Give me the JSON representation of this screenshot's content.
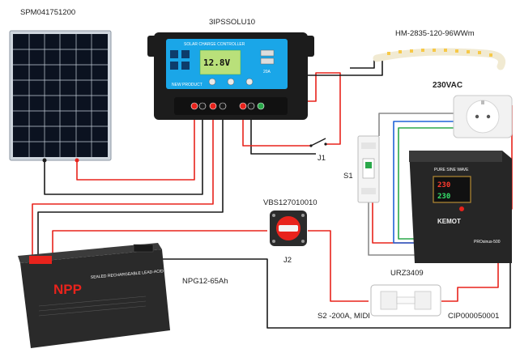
{
  "components": {
    "solar_panel": {
      "label": "SPM041751200"
    },
    "charge_controller": {
      "label": "3IPSSOLU10",
      "title": "SOLAR CHARGE CONTROLLER",
      "display": "12.8V",
      "badge": "20A",
      "brand": "NEW PRODUCT"
    },
    "led_strip": {
      "label": "HM-2835-120-96WWm"
    },
    "socket": {
      "label": "230VAC"
    },
    "switch_j1": {
      "label": "J1"
    },
    "breaker_s1": {
      "label": "S1"
    },
    "inverter": {
      "header": "PURE SINE WAVE",
      "brand": "KEMOT",
      "readout_1": "230",
      "readout_2": "230",
      "model_text": "PROsinus-500"
    },
    "disconnector": {
      "label": "VBS127010010",
      "tag": "J2"
    },
    "battery": {
      "label": "NPG12-65Ah",
      "brand": "NPP",
      "subtitle": "SEALED RECHARGEABLE LEAD-ACID BATTERY"
    },
    "relay": {
      "label": "URZ3409"
    },
    "fuse": {
      "label": "S2 -200A, MIDI"
    },
    "fuse_holder": {
      "label": "CIP000050001"
    }
  },
  "colors": {
    "wire_red": "#e8231c",
    "wire_black": "#1a1a1a",
    "wire_blue": "#1f63d8",
    "wire_green": "#2aa84a",
    "wire_gray": "#8a8a8a",
    "controller_blue": "#1aa6e8",
    "battery_body": "#2a2a2a",
    "inverter_body": "#262626"
  },
  "icons": {
    "switch": "switch-icon",
    "fuse": "fuse-icon",
    "breaker": "breaker-icon"
  }
}
